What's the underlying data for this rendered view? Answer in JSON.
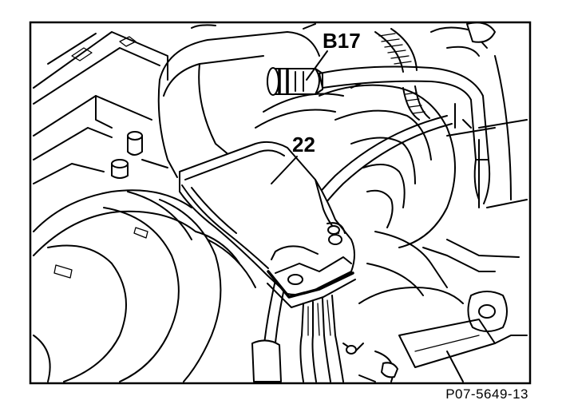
{
  "labels": {
    "sensor": "B17",
    "part": "22"
  },
  "reference_code": "P07-5649-13",
  "colors": {
    "ink": "#000000",
    "paper": "#ffffff"
  }
}
